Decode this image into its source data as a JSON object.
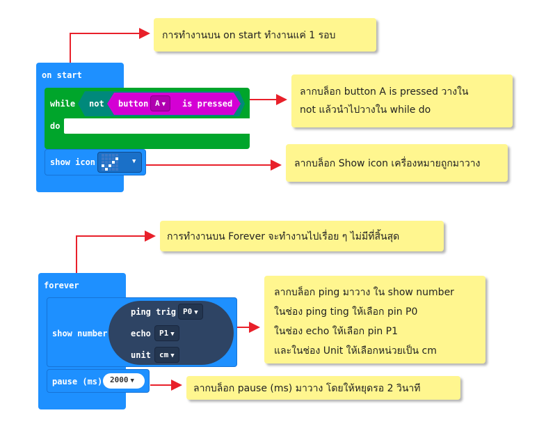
{
  "on_start": {
    "hat_label": "on start",
    "while_label": "while",
    "not_label": "not",
    "button_label": "button",
    "button_value": "A",
    "is_pressed_label": "is pressed",
    "do_label": "do",
    "show_icon_label": "show icon",
    "icon_name": "checkmark-icon"
  },
  "forever": {
    "hat_label": "forever",
    "show_number_label": "show number",
    "ping_trig_label": "ping trig",
    "trig_pin": "P0",
    "echo_label": "echo",
    "echo_pin": "P1",
    "unit_label": "unit",
    "unit_value": "cm",
    "pause_label": "pause (ms)",
    "pause_value": "2000"
  },
  "notes": {
    "on_start_note": "การทำงานบน on start ทำงานแค่ 1 รอบ",
    "button_note_line1": "ลากบล็อก button A is pressed วางใน",
    "button_note_line2": "not แล้วนำไปวางใน while do",
    "show_icon_note": "ลากบล็อก Show icon เครื่องหมายถูกมาวาง",
    "forever_note": "การทำงานบน Forever จะทำงานไปเรื่อย ๆ ไม่มีที่สิ้นสุด",
    "ping_note_line1": "ลากบล็อก ping มาวาง ใน show number",
    "ping_note_line2": "ในช่อง ping ting ให้เลือก pin P0",
    "ping_note_line3": "ในช่อง echo ให้เลือก pin P1",
    "ping_note_line4": "และในช่อง Unit ให้เลือกหน่วยเป็น cm",
    "pause_note": "ลากบล็อก pause (ms) มาวาง โดยให้หยุดรอ 2 วินาที"
  },
  "colors": {
    "loops_green": "#00a52b",
    "logic_teal": "#00897b",
    "input_magenta": "#d400d4",
    "basic_blue": "#1e90ff",
    "sonar_navy": "#2e4464",
    "note_yellow": "#fff68f",
    "arrow_red": "#e8202a"
  }
}
